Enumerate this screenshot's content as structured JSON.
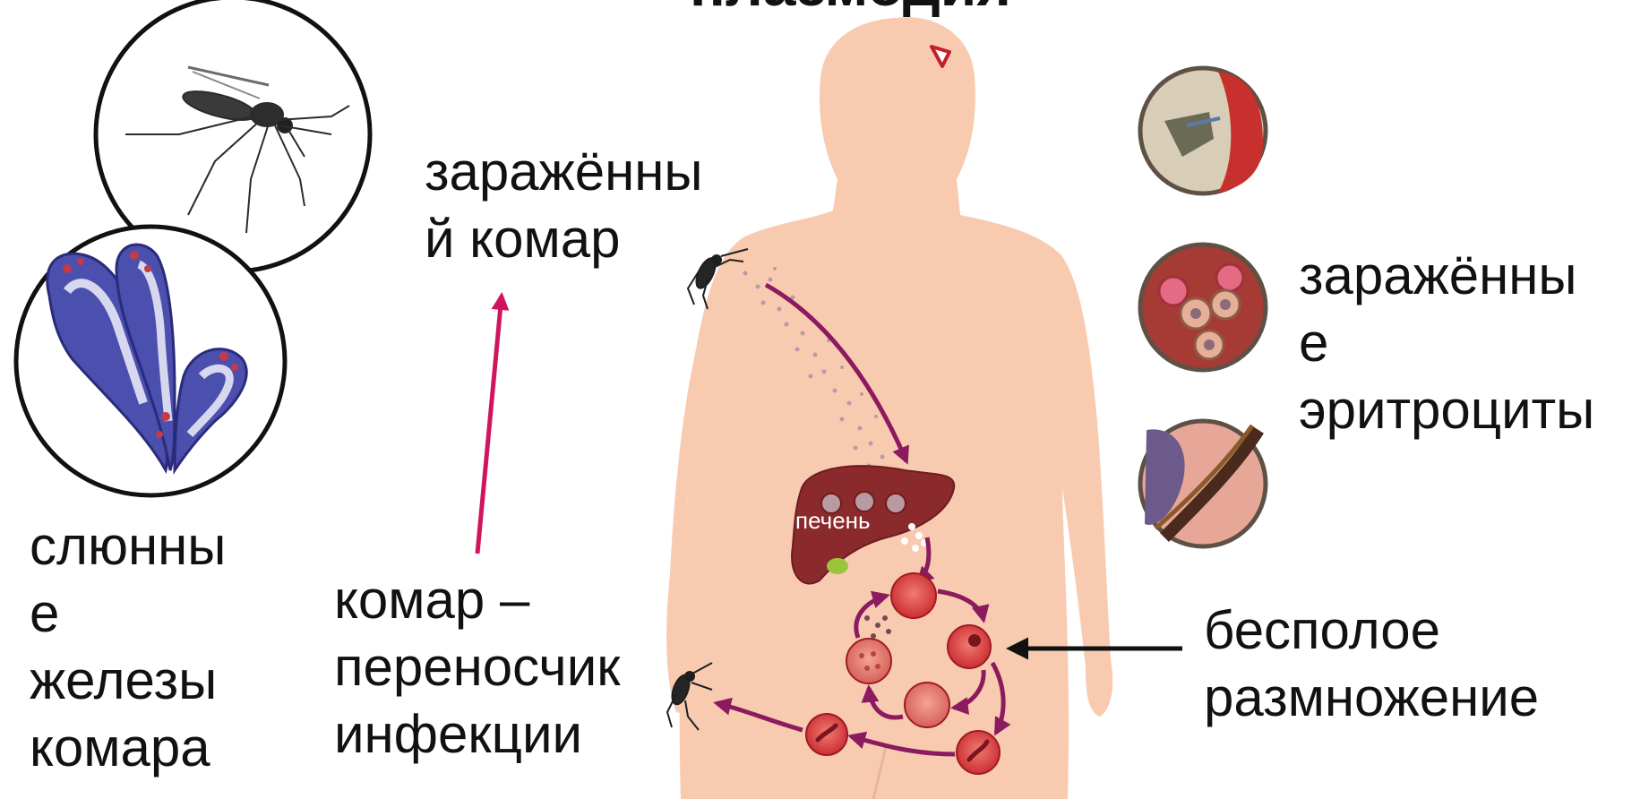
{
  "title": "плазмодия",
  "labels": {
    "infected_mosquito": [
      "заражённы",
      "й комар"
    ],
    "salivary_glands": [
      "слюнны",
      "е",
      "железы",
      "комара"
    ],
    "vector": [
      "комар –",
      "переносчик",
      "инфекции"
    ],
    "infected_rbc": [
      "заражённы",
      "е",
      "эритроциты"
    ],
    "asexual": [
      "бесполое",
      "размножение"
    ],
    "liver": "печень"
  },
  "colors": {
    "skin": "#f8cbb1",
    "cycle_arrow": "#8b1a5e",
    "pink_arrow": "#d0155f",
    "liver": "#8b2a2c",
    "rbc": "#d8363a",
    "gland": "#3a3c9c",
    "text": "#111111"
  },
  "icons": [
    "mosquito-icon",
    "mosquito-icon",
    "mosquito-icon",
    "salivary-gland-icon",
    "liver-icon",
    "red-blood-cell-icon"
  ]
}
